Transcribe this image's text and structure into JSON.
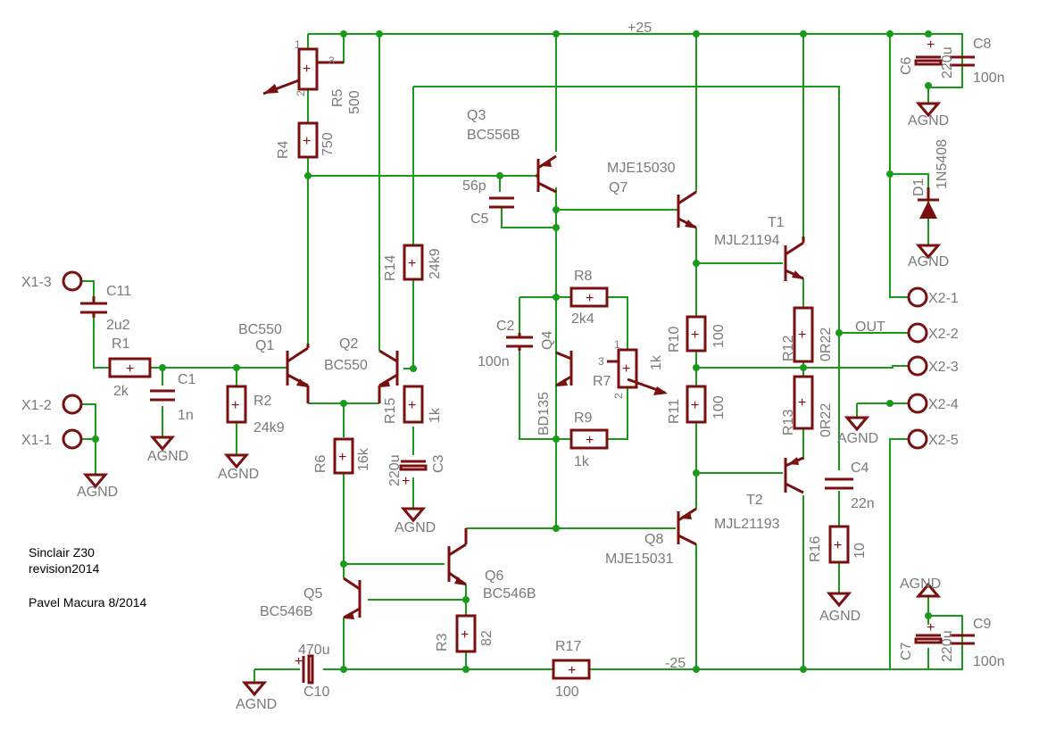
{
  "schematic": {
    "notes": {
      "title": "Sinclair Z30",
      "revision": "revision2014",
      "author": "Pavel Macura 8/2014"
    },
    "nets": {
      "vpos": "+25",
      "vneg": "-25",
      "out": "OUT",
      "agnd": "AGND"
    },
    "connectors": {
      "x13": "X1-3",
      "x12": "X1-2",
      "x11": "X1-1",
      "x21": "X2-1",
      "x22": "X2-2",
      "x23": "X2-3",
      "x24": "X2-4",
      "x25": "X2-5"
    },
    "parts": {
      "c11": {
        "name": "C11",
        "value": "2u2"
      },
      "r1": {
        "name": "R1",
        "value": "2k"
      },
      "c1": {
        "name": "C1",
        "value": "1n"
      },
      "r2": {
        "name": "R2",
        "value": "24k9"
      },
      "q1": {
        "name": "Q1",
        "value": "BC550"
      },
      "q2": {
        "name": "Q2",
        "value": "BC550"
      },
      "r4": {
        "name": "R4",
        "value": "750"
      },
      "r5": {
        "name": "R5",
        "value": "500"
      },
      "r14": {
        "name": "R14",
        "value": "24k9"
      },
      "r15": {
        "name": "R15",
        "value": "1k"
      },
      "c3": {
        "name": "C3",
        "value": "220u"
      },
      "r6": {
        "name": "R6",
        "value": "16k"
      },
      "q3": {
        "name": "Q3",
        "value": "BC556B"
      },
      "c5": {
        "name": "C5",
        "value": "56p"
      },
      "r8": {
        "name": "R8",
        "value": "2k4"
      },
      "c2": {
        "name": "C2",
        "value": "100n"
      },
      "q4": {
        "name": "Q4",
        "value": "BD135"
      },
      "r7": {
        "name": "R7",
        "value": "1k"
      },
      "r9": {
        "name": "R9",
        "value": "1k"
      },
      "q7": {
        "name": "Q7",
        "value": "MJE15030"
      },
      "q8": {
        "name": "Q8",
        "value": "MJE15031"
      },
      "r10": {
        "name": "R10",
        "value": "100"
      },
      "r11": {
        "name": "R11",
        "value": "100"
      },
      "t1": {
        "name": "T1",
        "value": "MJL21194"
      },
      "t2": {
        "name": "T2",
        "value": "MJL21193"
      },
      "r12": {
        "name": "R12",
        "value": "0R22"
      },
      "r13": {
        "name": "R13",
        "value": "0R22"
      },
      "c4": {
        "name": "C4",
        "value": "22n"
      },
      "r16": {
        "name": "R16",
        "value": "10"
      },
      "c6": {
        "name": "C6",
        "value": "220u"
      },
      "c8": {
        "name": "C8",
        "value": "100n"
      },
      "d1": {
        "name": "D1",
        "value": "1N5408"
      },
      "c7": {
        "name": "C7",
        "value": "220u"
      },
      "c9": {
        "name": "C9",
        "value": "100n"
      },
      "q5": {
        "name": "Q5",
        "value": "BC546B"
      },
      "q6": {
        "name": "Q6",
        "value": "BC546B"
      },
      "r3": {
        "name": "R3",
        "value": "82"
      },
      "r17": {
        "name": "R17",
        "value": "100"
      },
      "c10": {
        "name": "C10",
        "value": "470u"
      }
    },
    "pins": {
      "one": "1",
      "two": "2",
      "three": "3"
    },
    "colors": {
      "wire": "#1a9a1a",
      "symbol": "#7a0f0f",
      "label": "#7a7a7a"
    }
  }
}
